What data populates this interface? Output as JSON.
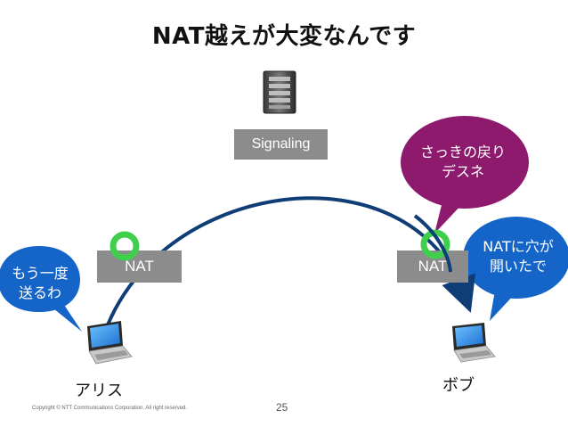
{
  "slide": {
    "title": "NAT越えが大変なんです",
    "signaling_label": "Signaling",
    "nat_left_label": "NAT",
    "nat_right_label": "NAT",
    "alice_label": "アリス",
    "bob_label": "ボブ",
    "bubble_alice": "もう一度\n送るわ",
    "bubble_purple": "さっきの戻り\nデスネ",
    "bubble_bob": "NATに穴が\n開いたで",
    "copyright": "Copyright © NTT Communications Corporation. All right reserved.",
    "page_number": "25"
  },
  "colors": {
    "bubble_blue": "#1565c8",
    "bubble_purple": "#8e1a6e",
    "arc": "#0f3d75",
    "hole_ring": "#3fcf4d",
    "nat_box": "#8c8c8c"
  },
  "icons": [
    "server-icon",
    "laptop-icon",
    "nat-hole-icon"
  ]
}
